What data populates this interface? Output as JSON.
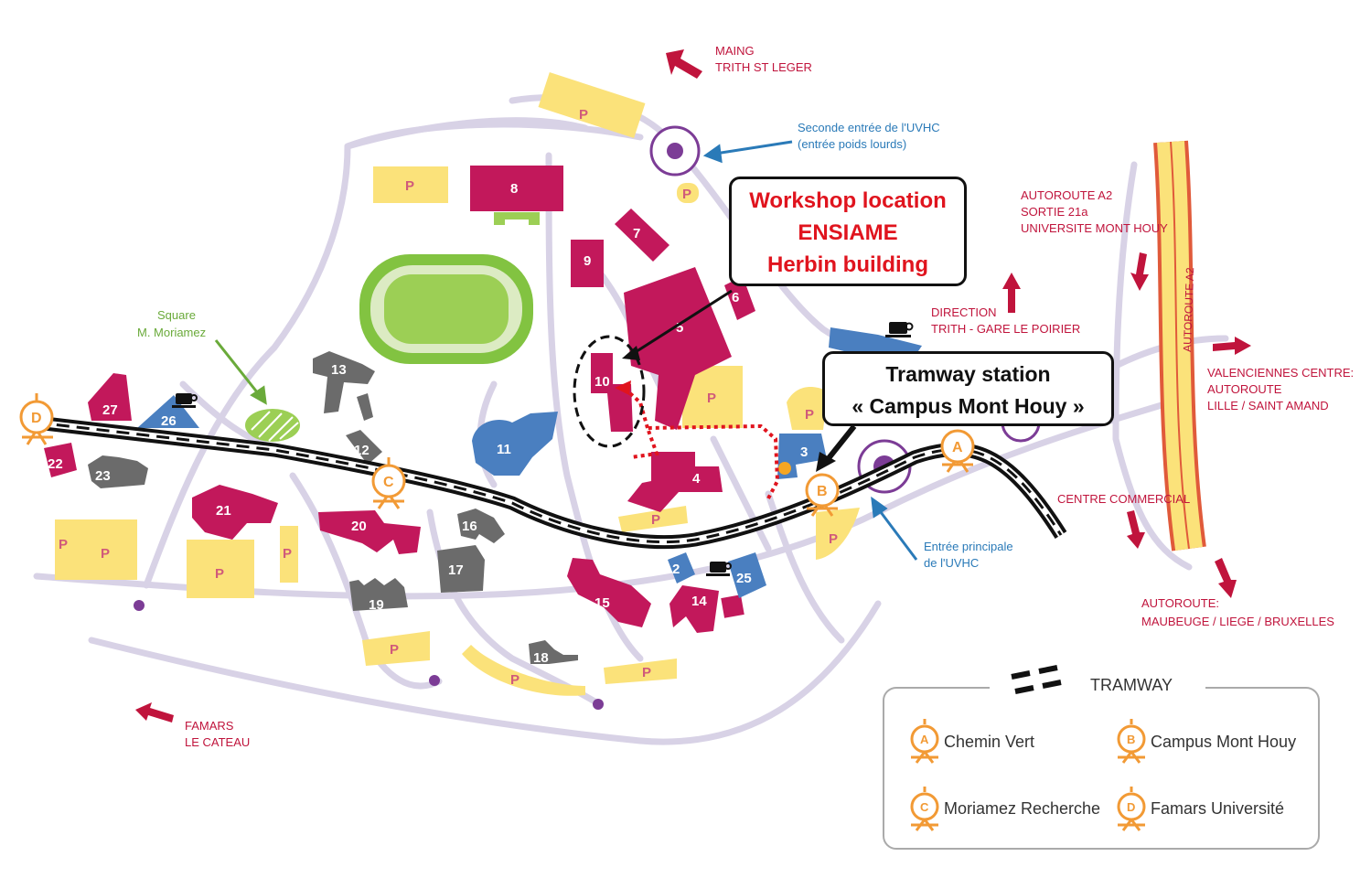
{
  "callouts": {
    "workshop": [
      "Workshop location",
      "ENSIAME",
      "Herbin building"
    ],
    "tram": [
      "Tramway station",
      "« Campus Mont Houy »"
    ]
  },
  "directions": {
    "maing": [
      "MAING",
      "TRITH ST LEGER"
    ],
    "second_entry": [
      "Seconde entrée de l'UVHC",
      "(entrée poids lourds)"
    ],
    "a2_exit": [
      "AUTOROUTE A2",
      "SORTIE 21a",
      "UNIVERSITE MONT HOUY"
    ],
    "direction_trith": [
      "DIRECTION",
      "TRITH - GARE LE POIRIER"
    ],
    "valenciennes": [
      "VALENCIENNES CENTRE:",
      "AUTOROUTE",
      "LILLE / SAINT AMAND"
    ],
    "centre_commercial": [
      "CENTRE COMMERCIAL"
    ],
    "maubeuge": [
      "AUTOROUTE:",
      "MAUBEUGE / LIEGE / BRUXELLES"
    ],
    "main_entry": [
      "Entrée principale",
      "de l'UVHC"
    ],
    "famars": [
      "FAMARS",
      "LE CATEAU"
    ],
    "square": [
      "Square",
      "M. Moriamez"
    ],
    "autoroute_vertical": "AUTOROUTE A2"
  },
  "buildings": [
    "2",
    "3",
    "4",
    "5",
    "6",
    "7",
    "8",
    "9",
    "10",
    "11",
    "12",
    "13",
    "14",
    "15",
    "16",
    "17",
    "18",
    "19",
    "20",
    "21",
    "22",
    "23",
    "25",
    "26",
    "27"
  ],
  "parking_label": "P",
  "tram_stops": {
    "A": "A",
    "B": "B",
    "C": "C",
    "D": "D"
  },
  "legend": {
    "title": "TRAMWAY",
    "items": [
      {
        "letter": "A",
        "label": "Chemin Vert"
      },
      {
        "letter": "B",
        "label": "Campus Mont Houy"
      },
      {
        "letter": "C",
        "label": "Moriamez Recherche"
      },
      {
        "letter": "D",
        "label": "Famars Université"
      }
    ]
  },
  "colors": {
    "building_magenta": "#c2185b",
    "building_blue": "#4a7fc0",
    "building_gray": "#6b6b6b",
    "parking": "#fbe27a",
    "road": "#d8d2e6",
    "tram_orange": "#f29a35",
    "accent_red": "#c0143c",
    "highlight_red": "#e0141e"
  }
}
